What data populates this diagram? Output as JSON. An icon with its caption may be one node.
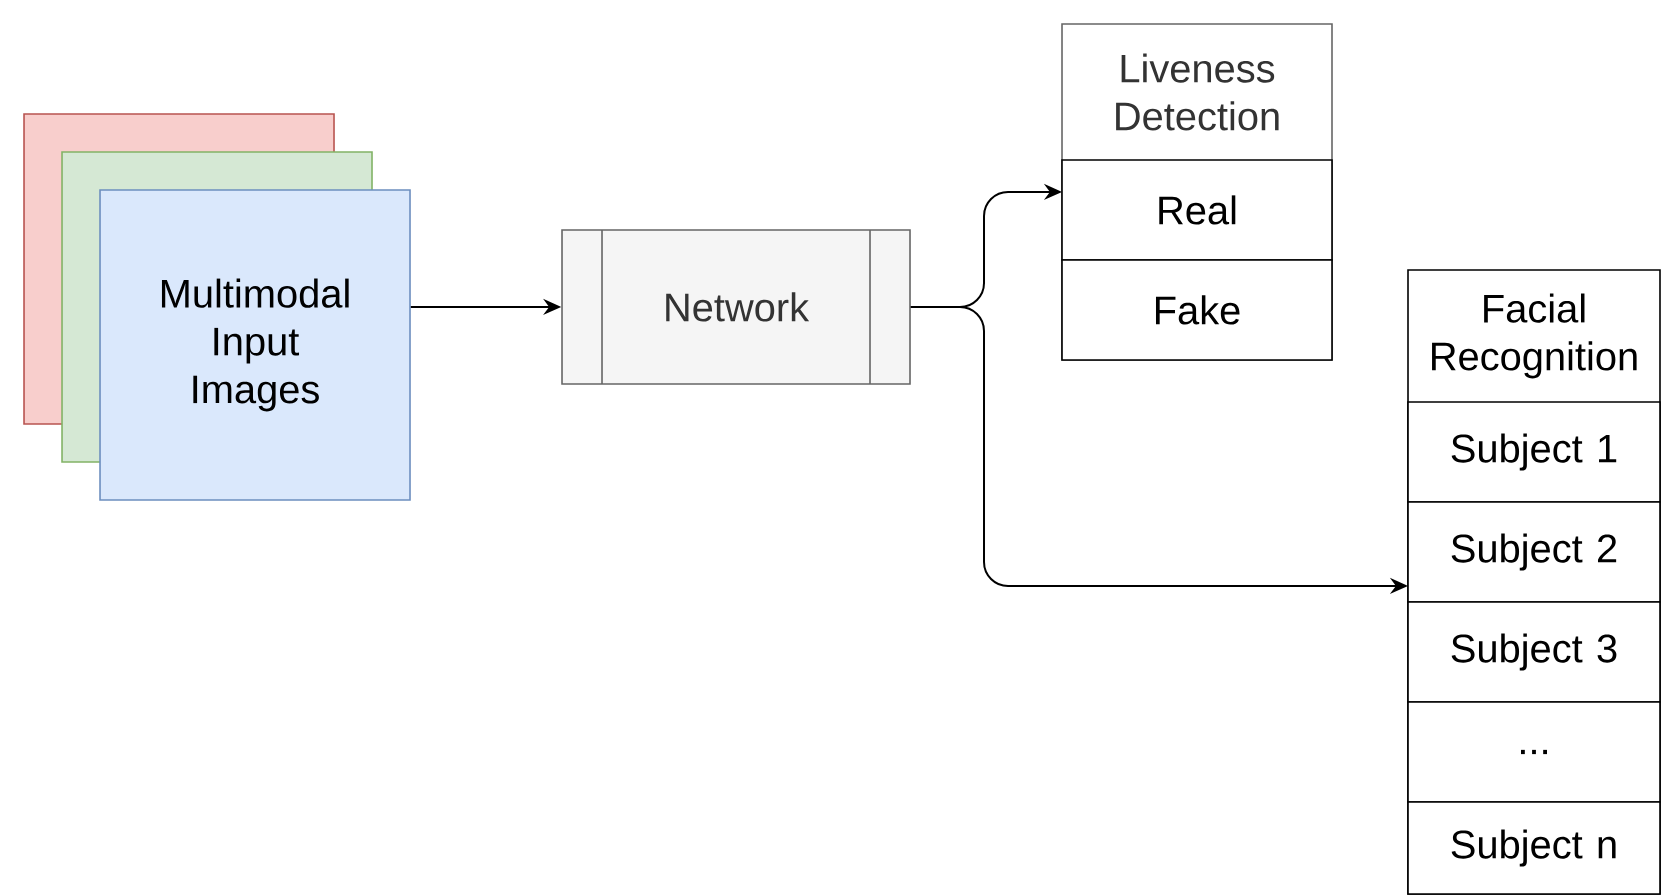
{
  "diagram": {
    "nodes": [
      {
        "text": [],
        "shape": "box"
      },
      {
        "text": [],
        "shape": "box"
      },
      {
        "text": [
          "Multimodal Input Images"
        ]
      },
      {
        "text": [
          "Network"
        ]
      },
      {
        "text": [
          "Liveness Detection"
        ]
      },
      {
        "text": [
          "Real"
        ],
        "in": 4
      },
      {
        "text": [
          "Fake"
        ],
        "in": 4
      },
      {
        "text": [
          "Facial Recognition"
        ]
      },
      {
        "text": [
          "Subject 1"
        ],
        "in": 7
      },
      {
        "text": [
          "Subject 2"
        ],
        "in": 7
      },
      {
        "text": [
          "Subject 3"
        ],
        "in": 7
      },
      {
        "text": [
          "..."
        ],
        "in": 7
      },
      {
        "text": [
          "Subject n"
        ],
        "in": 7
      }
    ],
    "edges": [
      {
        "from": 2,
        "to": 3,
        "arrow": "to"
      },
      {
        "from": 3,
        "to": 5,
        "arrow": "to"
      },
      {
        "from": 3,
        "to": 9,
        "arrow": "to"
      }
    ]
  }
}
